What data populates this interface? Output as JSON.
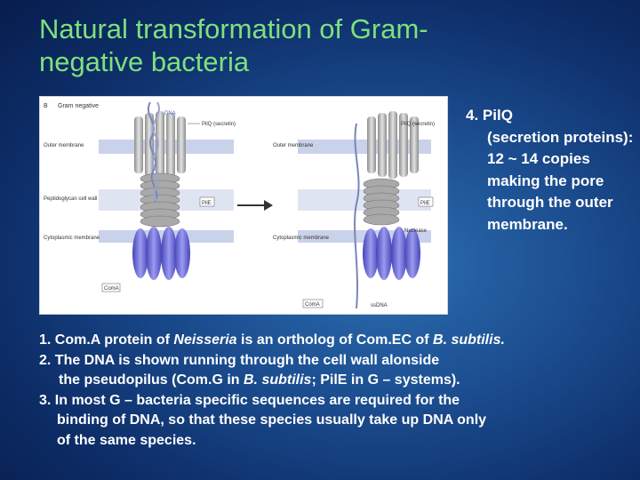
{
  "title": {
    "line1": "Natural transformation of Gram-",
    "line2": "negative bacteria"
  },
  "side_note": {
    "number": "4.",
    "head": "PilQ",
    "text": "(secretion proteins): 12 ~ 14 copies making the pore  through the outer membrane."
  },
  "figure": {
    "panel_letter": "B",
    "panel_title": "Gram negative",
    "left": {
      "dna": "DNA",
      "pilq": "PilQ (secretin)",
      "outer_membrane": "Outer membrane",
      "peptidoglycan": "Peptidoglycan cell wall",
      "pile": "PilE",
      "cytoplasmic": "Cytoplasmic membrane",
      "coma": "ComA"
    },
    "right": {
      "pilq": "PilQ (secretin)",
      "outer_membrane": "Outer membrane",
      "pile": "PilE",
      "nuclease": "Nuclease",
      "cytoplasmic": "Cytoplasmic membrane",
      "coma": "ComA",
      "ssdna": "ssDNA"
    },
    "colors": {
      "membrane": "#c9d2ea",
      "protein_grey": "#b4b4b4",
      "protein_blue": "#6b6bd6",
      "dna": "#7a86b8"
    }
  },
  "notes": {
    "n1_a": "1. Com.A protein of ",
    "n1_italic": "Neisseria",
    "n1_b": " is an ortholog of Com.EC of ",
    "n1_italic2": "B. subtilis.",
    "n2_line1": "2. The DNA is shown running through the cell wall alonside",
    "n2_a": "the pseudopilus (Com.G in ",
    "n2_italic": "B. subtilis",
    "n2_b": "; PilE in G –  systems).",
    "n3_line1": "3. In most G – bacteria specific sequences are required for the",
    "n3_line2": "binding of DNA, so that these species usually take up DNA only",
    "n3_line3": "of the same species."
  }
}
